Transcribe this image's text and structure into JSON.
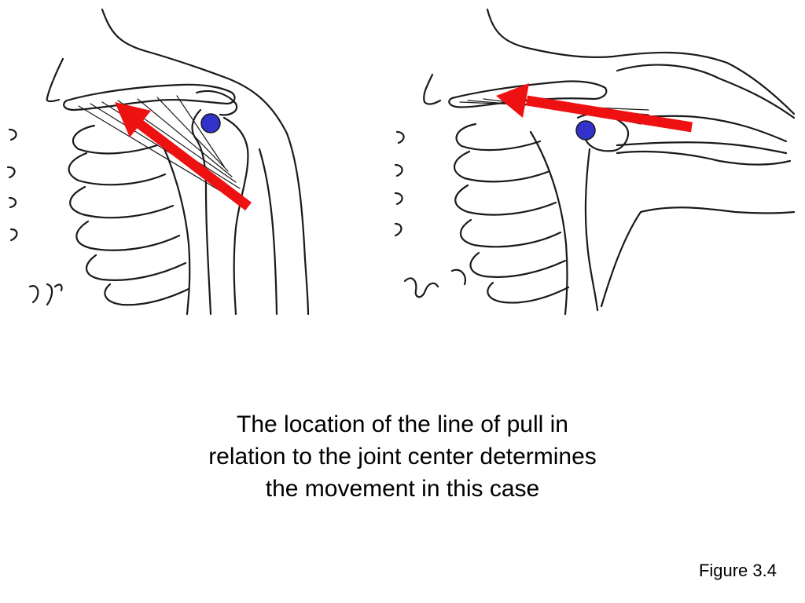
{
  "caption": {
    "line1": "The location of the line of pull in",
    "line2": "relation to the joint center determines",
    "line3": "the movement in this case"
  },
  "figure_label": "Figure 3.4",
  "colors": {
    "line_of_pull": "#ee1111",
    "joint_center": "#3333cc",
    "outline": "#1a1a1a",
    "background": "#ffffff"
  },
  "icons": {
    "arrow": "line-of-pull-arrow-icon",
    "joint": "joint-center-dot-icon"
  }
}
